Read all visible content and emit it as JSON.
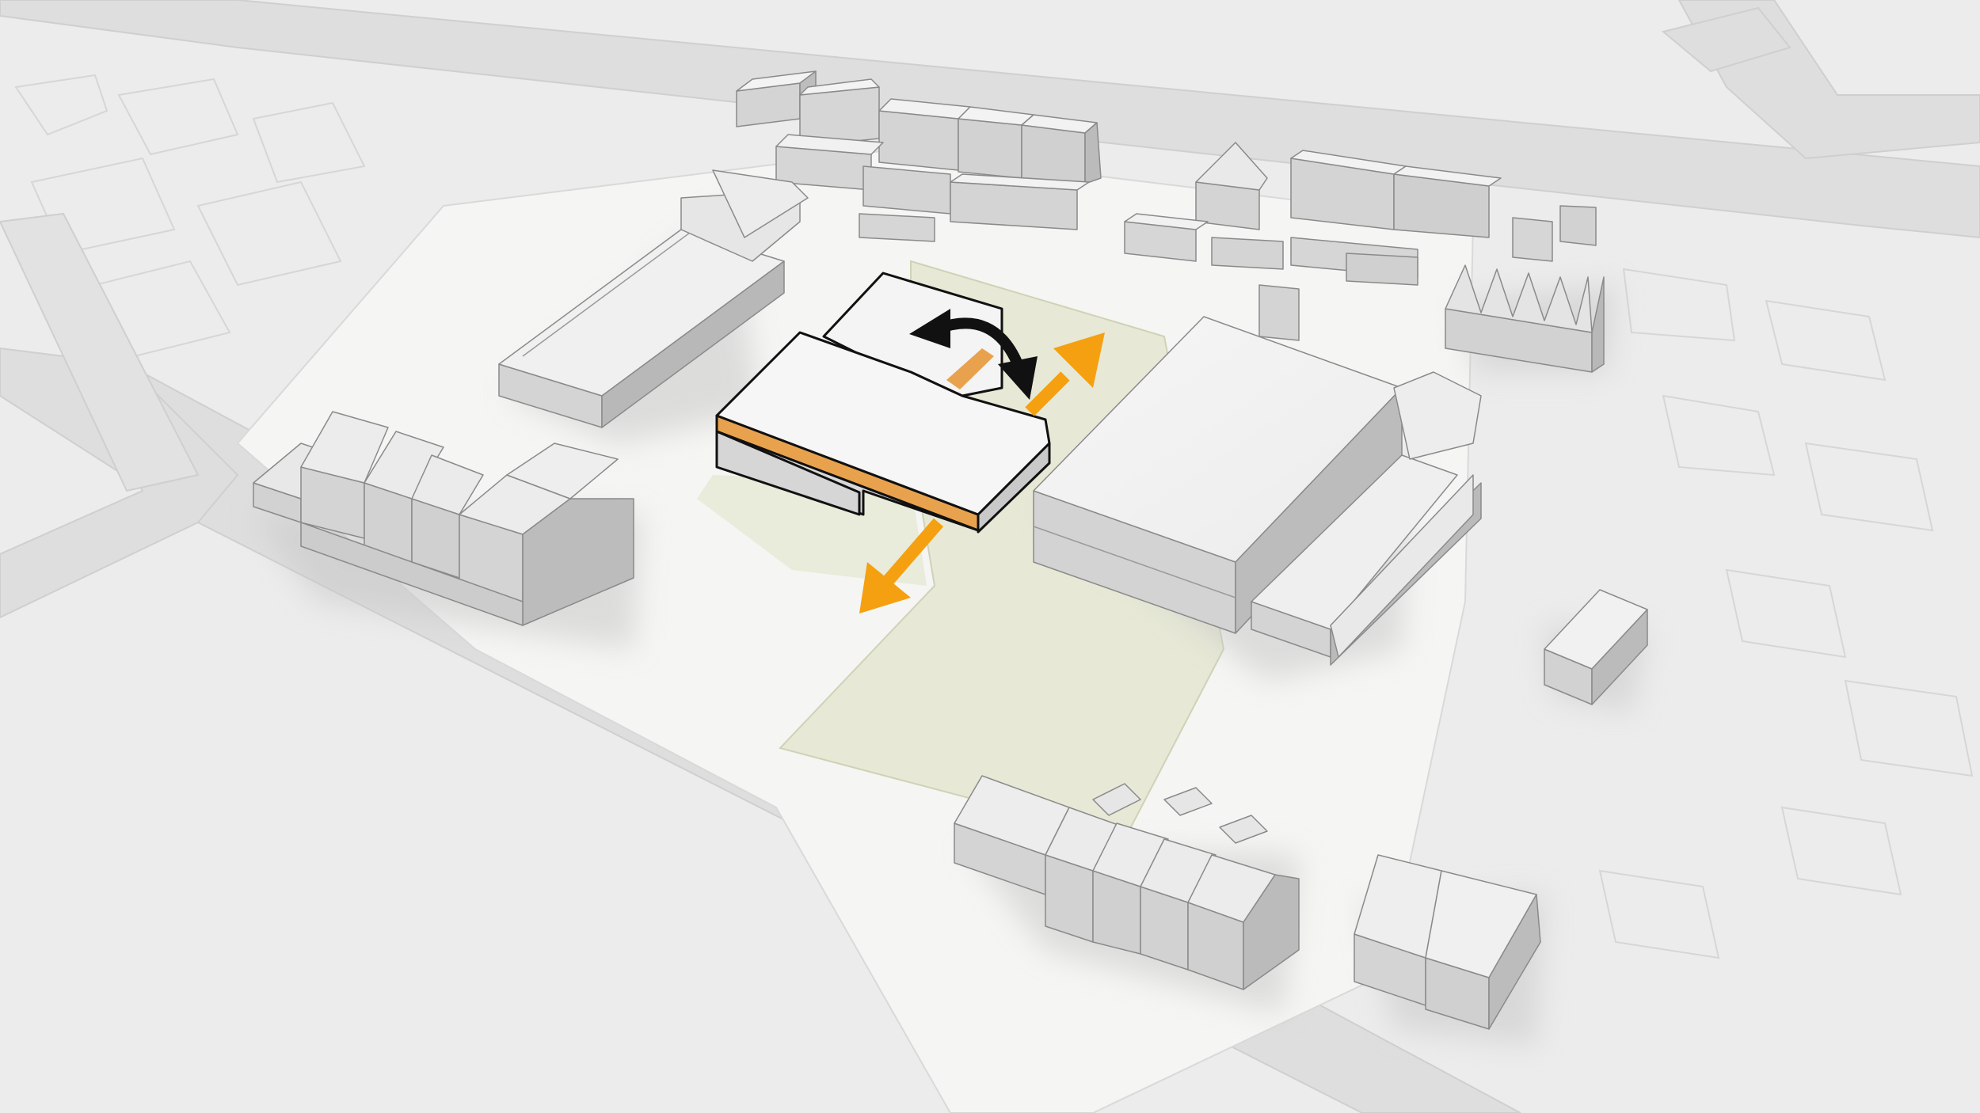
{
  "diagram": {
    "kind": "axonometric-site-massing",
    "labels": [],
    "palette": {
      "background": "#ececec",
      "road": "#dcdcdc",
      "site_ground": "#f7f7f5",
      "open_space": "#e6e8d6",
      "roof": "#f3f3f3",
      "wall_light": "#d2d2d2",
      "wall_dark": "#b9b9b9",
      "highlight_band": "#e8a24e",
      "arrow_orange": "#f5a010",
      "arrow_black": "#111111",
      "outline": "#111111"
    },
    "arrows": [
      {
        "name": "black-rotation-arrow",
        "style": "curved-double-headed",
        "color": "black"
      },
      {
        "name": "orange-axis-arrow",
        "style": "straight-double-headed",
        "color": "orange"
      }
    ],
    "highlighted_building": {
      "name": "proposed-building",
      "feature": "orange-facade-band"
    }
  }
}
